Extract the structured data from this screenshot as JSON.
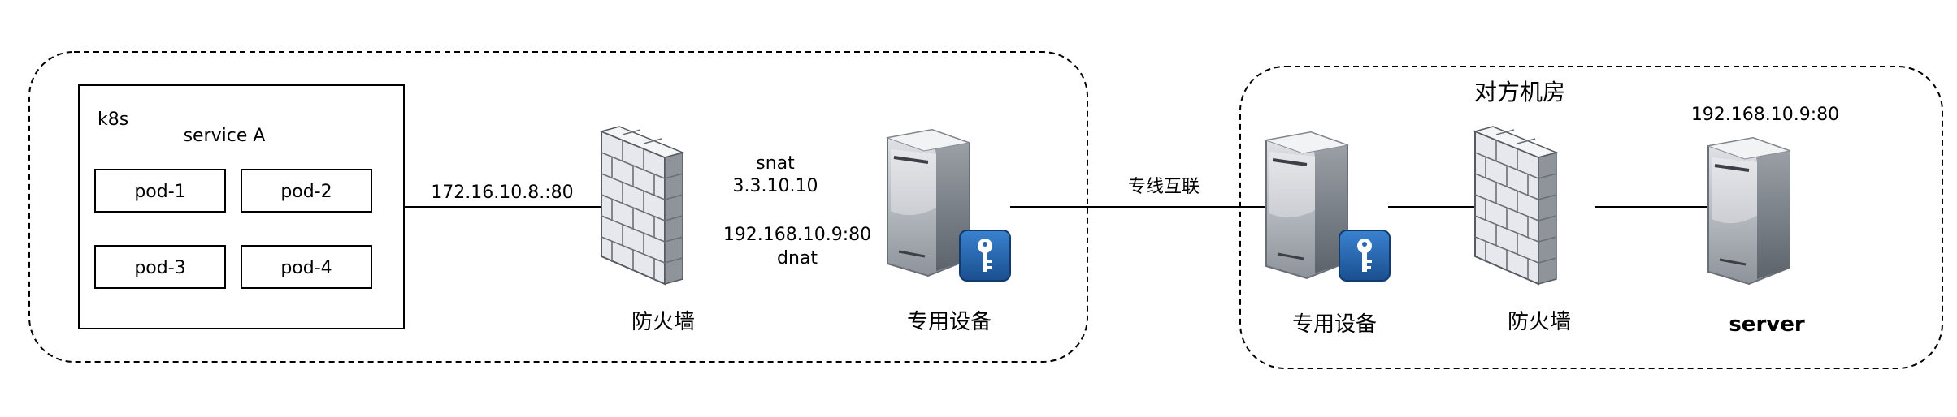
{
  "left_region": {
    "k8s_label": "k8s",
    "service_label": "service A",
    "pods": [
      "pod-1",
      "pod-2",
      "pod-3",
      "pod-4"
    ],
    "link_address": "172.16.10.8.:80",
    "firewall_label": "防火墙",
    "snat_label": "snat",
    "snat_address": "3.3.10.10",
    "dnat_address": "192.168.10.9:80",
    "dnat_label": "dnat",
    "device_label": "专用设备"
  },
  "link_label": "专线互联",
  "right_region": {
    "title": "对方机房",
    "device_label": "专用设备",
    "firewall_label": "防火墙",
    "server_address": "192.168.10.9:80",
    "server_label": "server"
  },
  "colors": {
    "key_badge": "#1f64ad",
    "server_body": "#8f949b",
    "brick": "#e6e8ed"
  }
}
